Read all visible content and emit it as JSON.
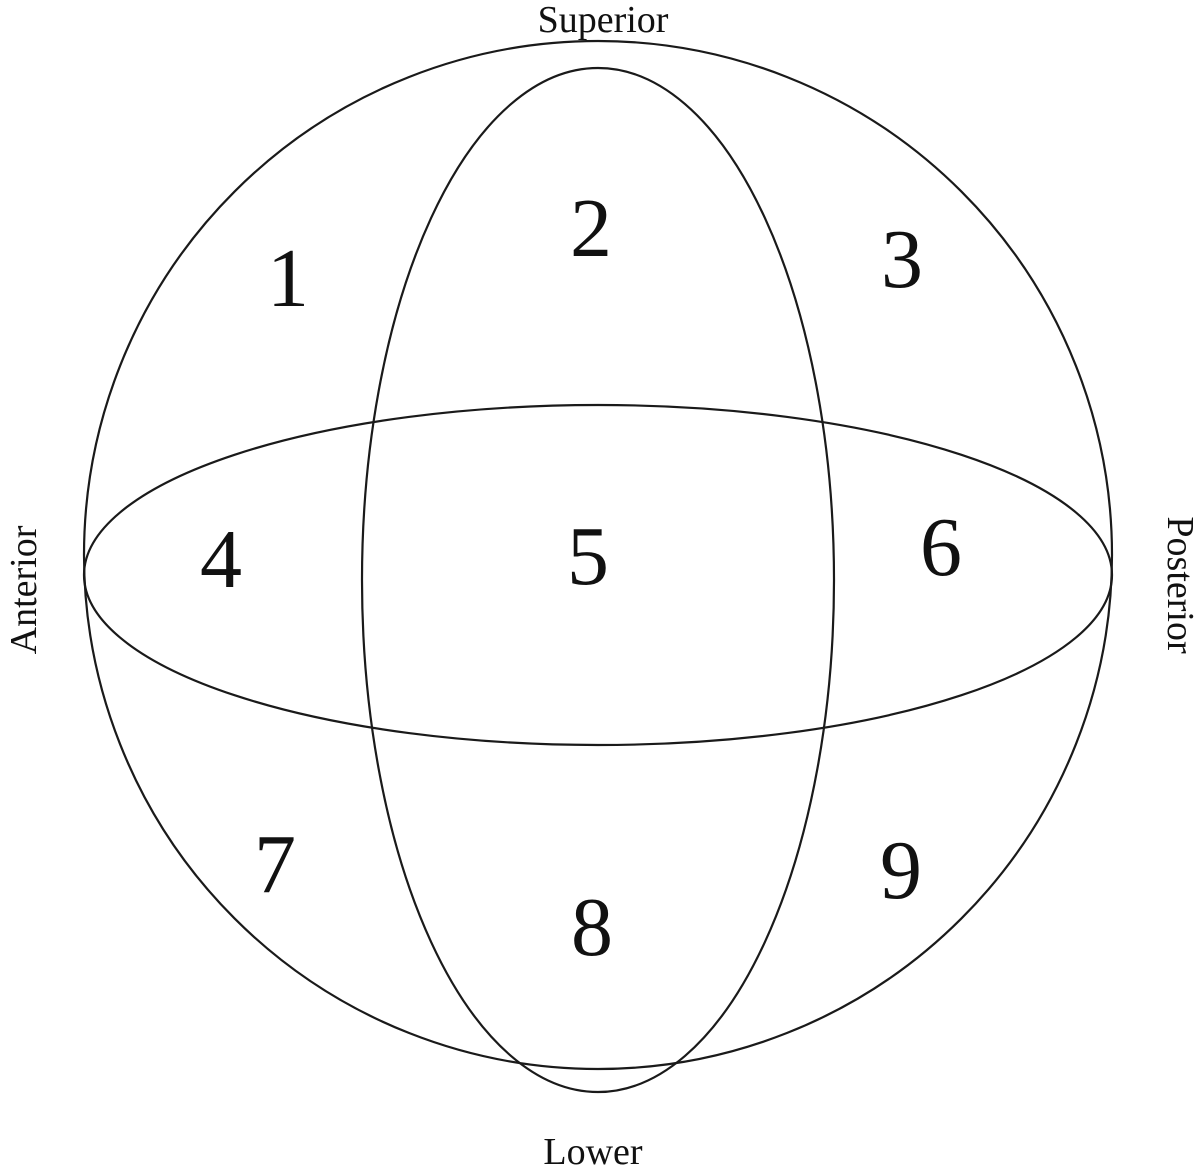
{
  "labels": {
    "superior": "Superior",
    "lower": "Lower",
    "anterior": "Anterior",
    "posterior": "Posterior"
  },
  "regions": [
    "1",
    "2",
    "3",
    "4",
    "5",
    "6",
    "7",
    "8",
    "9"
  ],
  "colors": {
    "stroke": "#1a1a1a",
    "text": "#111111",
    "background": "#ffffff"
  }
}
